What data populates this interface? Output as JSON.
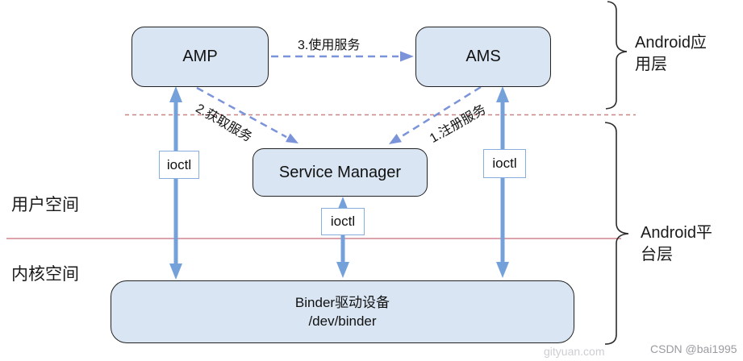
{
  "diagram": {
    "nodes": {
      "amp": "AMP",
      "ams": "AMS",
      "service_manager": "Service Manager",
      "binder_title": "Binder驱动设备",
      "binder_path": "/dev/binder"
    },
    "ioctl": {
      "left": "ioctl",
      "middle": "ioctl",
      "right": "ioctl"
    },
    "arrow_labels": {
      "use_service": "3.使用服务",
      "get_service": "2.获取服务",
      "register_service": "1.注册服务"
    },
    "regions": {
      "user_space": "用户空间",
      "kernel_space": "内核空间"
    },
    "layer_braces": {
      "app_layer": "Android应用层",
      "platform_layer": "Android平台层"
    },
    "watermarks": {
      "gityuan": "gityuan.com",
      "csdn": "CSDN @bai1995"
    },
    "colors": {
      "node_fill": "#d9e5f2",
      "node_border": "#222222",
      "solid_arrow": "#75a1da",
      "dashed_arrow": "#7b93d9",
      "user_kernel_divider": "#dda3ad",
      "app_divider_dashed": "#c98484"
    }
  }
}
